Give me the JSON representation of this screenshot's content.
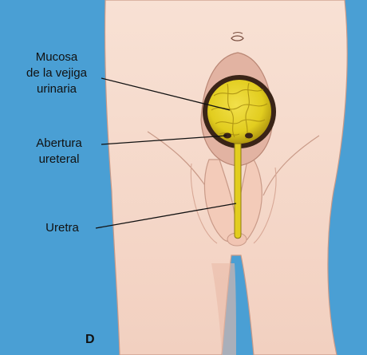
{
  "labels": {
    "bladder_mucosa": [
      "Mucosa",
      "de la vejiga",
      "urinaria"
    ],
    "ureteral_opening": [
      "Abertura",
      "ureteral"
    ],
    "urethra": "Uretra"
  },
  "panel_letter": "D",
  "colors": {
    "background": "#4a9fd4",
    "skin": "#f6d9cb",
    "skin_shadow": "#e2b3a2",
    "bladder_mucosa": "#e2cd1f",
    "bladder_rim": "#3a2417"
  }
}
